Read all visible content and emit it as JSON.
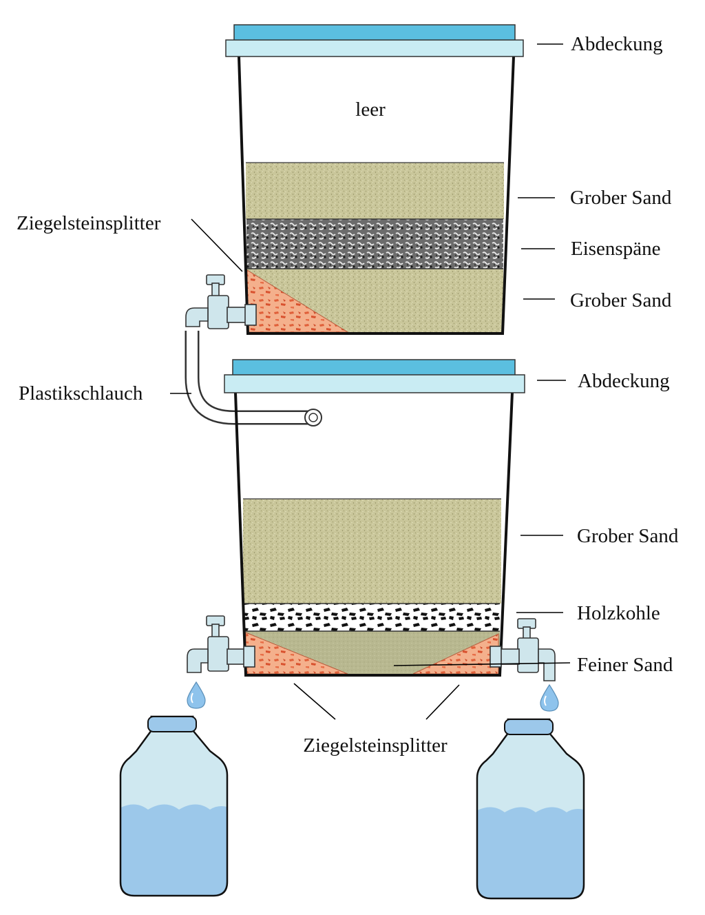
{
  "labels": {
    "top_lid": "Abdeckung",
    "top_empty": "leer",
    "top_coarse_sand_1": "Grober Sand",
    "top_iron": "Eisenspäne",
    "top_coarse_sand_2": "Grober Sand",
    "top_brick": "Ziegelsteinsplitter",
    "hose": "Plastikschlauch",
    "bottom_lid": "Abdeckung",
    "bottom_coarse_sand": "Grober Sand",
    "bottom_charcoal": "Holzkohle",
    "bottom_fine_sand": "Feiner Sand",
    "bottom_brick": "Ziegelsteinsplitter"
  },
  "colors": {
    "lid": "#5bbfe0",
    "lid_rim": "#c9ecf3",
    "sand": "#c9c69a",
    "fine_sand": "#b8b890",
    "iron": "#6c6c6c",
    "brick": "#f0a07c",
    "charcoal": "#111111",
    "water": "#9cc8ea",
    "bottle_glass": "#cfe8f0"
  }
}
